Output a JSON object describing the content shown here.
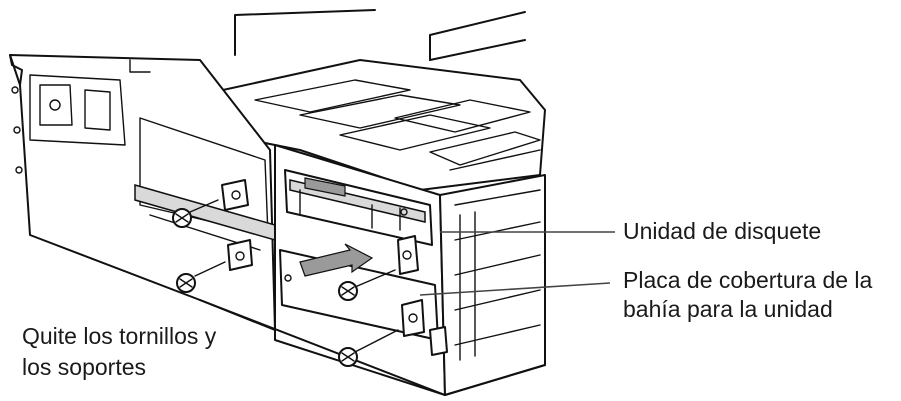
{
  "callouts": {
    "floppy_drive": "Unidad de disquete",
    "bay_cover_line1": "Placa de cobertura de la",
    "bay_cover_line2": "bahía para la unidad",
    "remove_screws_line1": "Quite los tornillos y",
    "remove_screws_line2": "los soportes"
  },
  "screws": [
    {
      "label": "screw-1"
    },
    {
      "label": "screw-2"
    },
    {
      "label": "screw-3"
    },
    {
      "label": "screw-4"
    }
  ],
  "colors": {
    "line": "#111111",
    "shade": "#d9d9d9",
    "arrow": "#9a9a9a"
  }
}
